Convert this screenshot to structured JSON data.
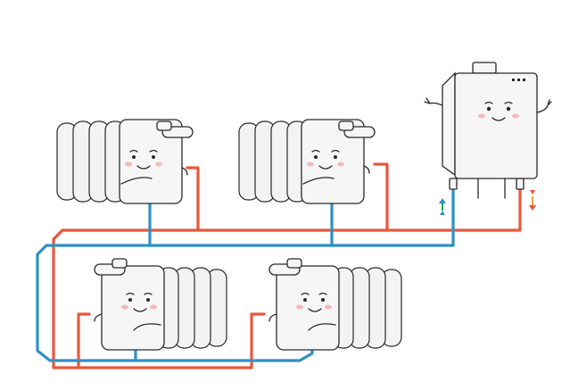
{
  "colors": {
    "hot_pipe": "#e8573c",
    "cold_pipe": "#2f8fc6",
    "outline": "#2a2a2a",
    "body_fill": "#f6f6f6",
    "blush": "#f4a6a6"
  },
  "boiler": {
    "icon": "wall-boiler-icon",
    "outlet_arrow": "up-arrow-icon",
    "inlet_arrow": "down-arrow-icon"
  },
  "radiators": [
    {
      "name": "radiator-top-left",
      "icon": "radiator-icon"
    },
    {
      "name": "radiator-top-right",
      "icon": "radiator-icon"
    },
    {
      "name": "radiator-bottom-left",
      "icon": "radiator-icon"
    },
    {
      "name": "radiator-bottom-right",
      "icon": "radiator-icon"
    }
  ]
}
